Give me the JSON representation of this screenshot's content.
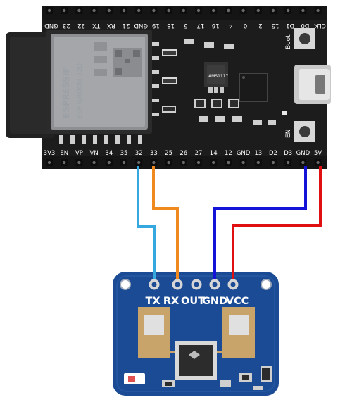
{
  "board": {
    "top_pins": [
      "GND",
      "23",
      "22",
      "TX",
      "RX",
      "21",
      "GND",
      "19",
      "18",
      "5",
      "17",
      "16",
      "4",
      "0",
      "2",
      "15",
      "D1",
      "D0",
      "CLK"
    ],
    "bottom_pins": [
      "3V3",
      "EN",
      "VP",
      "VN",
      "34",
      "35",
      "32",
      "33",
      "25",
      "26",
      "27",
      "14",
      "12",
      "GND",
      "13",
      "D2",
      "D3",
      "GND",
      "5V"
    ],
    "module_brand": "ESPRESSIF",
    "module_model": "ESP-WROOM-32D",
    "boot_label": "Boot",
    "en_label": "EN",
    "regulator_label": "AMS1117"
  },
  "sensor": {
    "pins": [
      "TX",
      "RX",
      "OUT",
      "GND",
      "VCC"
    ]
  },
  "wires": [
    {
      "from": "32",
      "to": "TX",
      "color": "#35a8df"
    },
    {
      "from": "33",
      "to": "RX",
      "color": "#f08a1e"
    },
    {
      "from": "GND",
      "to": "GND",
      "color": "#1414d8"
    },
    {
      "from": "5V",
      "to": "VCC",
      "color": "#e01010"
    }
  ]
}
